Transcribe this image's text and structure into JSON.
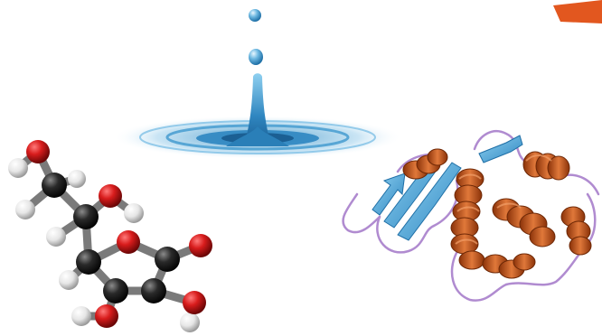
{
  "scene": {
    "background_color": "#ffffff",
    "elements": [
      {
        "name": "water-drop",
        "description_icon": "water-droplet-icon",
        "color": "#3c8fc4"
      },
      {
        "name": "ascorbic-acid-molecule",
        "description_icon": "ball-and-stick-molecule-icon",
        "atom_colors": {
          "oxygen": "#d81c1c",
          "carbon": "#2a2a2a",
          "hydrogen": "#e6e6e6"
        }
      },
      {
        "name": "protein-ribbon",
        "description_icon": "protein-ribbon-icon",
        "colors": {
          "helix": "#c8541b",
          "sheet": "#4aa6d6",
          "loop": "#b08bd0"
        }
      },
      {
        "name": "corner-shape",
        "description_icon": "orange-arrow-icon",
        "color": "#e2571f"
      }
    ]
  }
}
